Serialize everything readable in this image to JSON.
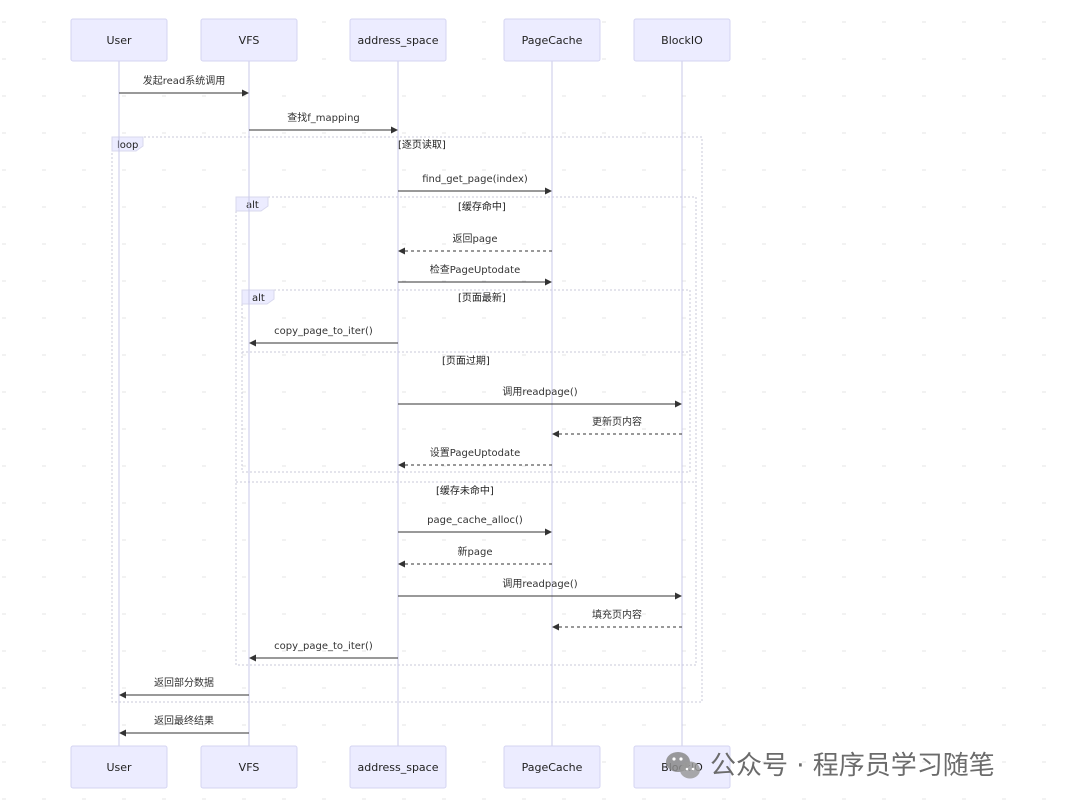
{
  "colors": {
    "actor_fill": "#ECECFF",
    "lifeline": "#C9C9EA",
    "message": "#333333",
    "frame": "#C9C9D9",
    "watermark": "#6B6B6B"
  },
  "participants": [
    {
      "id": "user",
      "label": "User"
    },
    {
      "id": "vfs",
      "label": "VFS"
    },
    {
      "id": "as",
      "label": "address_space"
    },
    {
      "id": "pc",
      "label": "PageCache"
    },
    {
      "id": "bio",
      "label": "BlockIO"
    }
  ],
  "messages": [
    {
      "from": "user",
      "to": "vfs",
      "label": "发起read系统调用",
      "dashed": false
    },
    {
      "from": "vfs",
      "to": "as",
      "label": "查找f_mapping",
      "dashed": false
    },
    {
      "from": "as",
      "to": "pc",
      "label": "find_get_page(index)",
      "dashed": false
    },
    {
      "from": "pc",
      "to": "as",
      "label": "返回page",
      "dashed": true
    },
    {
      "from": "as",
      "to": "pc",
      "label": "检查PageUptodate",
      "dashed": false
    },
    {
      "from": "as",
      "to": "vfs",
      "label": "copy_page_to_iter()",
      "dashed": false
    },
    {
      "from": "as",
      "to": "bio",
      "label": "调用readpage()",
      "dashed": false
    },
    {
      "from": "bio",
      "to": "pc",
      "label": "更新页内容",
      "dashed": true
    },
    {
      "from": "pc",
      "to": "as",
      "label": "设置PageUptodate",
      "dashed": true
    },
    {
      "from": "as",
      "to": "pc",
      "label": "page_cache_alloc()",
      "dashed": false
    },
    {
      "from": "pc",
      "to": "as",
      "label": "新page",
      "dashed": true
    },
    {
      "from": "as",
      "to": "bio",
      "label": "调用readpage()",
      "dashed": false
    },
    {
      "from": "bio",
      "to": "pc",
      "label": "填充页内容",
      "dashed": true
    },
    {
      "from": "as",
      "to": "vfs",
      "label": "copy_page_to_iter()",
      "dashed": false
    },
    {
      "from": "vfs",
      "to": "user",
      "label": "返回部分数据",
      "dashed": false
    },
    {
      "from": "vfs",
      "to": "user",
      "label": "返回最终结果",
      "dashed": false
    }
  ],
  "frames": {
    "loop": {
      "label": "loop",
      "condition": "[逐页读取]"
    },
    "alt_outer": {
      "label": "alt",
      "condition": "[缓存命中]",
      "else_condition": "[缓存未命中]"
    },
    "alt_inner": {
      "label": "alt",
      "condition": "[页面最新]",
      "else_condition": "[页面过期]"
    }
  },
  "watermark": {
    "text": "公众号 · 程序员学习随笔",
    "icon": "wechat-icon"
  }
}
